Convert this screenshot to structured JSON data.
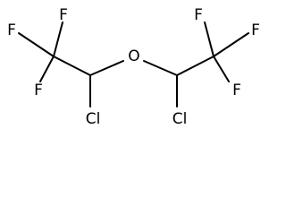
{
  "molecule": {
    "atoms": {
      "left_f_top_left": "F",
      "left_f_top": "F",
      "left_f_bottom": "F",
      "left_cl": "Cl",
      "oxygen": "O",
      "right_cl": "Cl",
      "right_f_top": "F",
      "right_f_top_right": "F",
      "right_f_bottom": "F"
    },
    "colors": {
      "bond": "#000000",
      "text": "#000000",
      "background": "#ffffff"
    }
  }
}
